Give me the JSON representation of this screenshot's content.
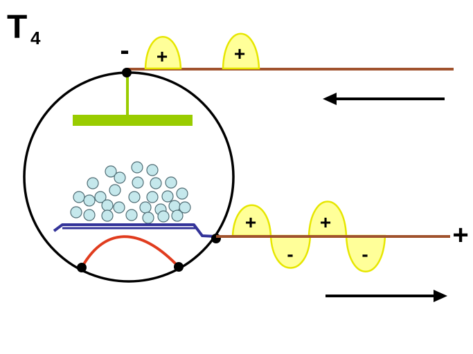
{
  "title": {
    "main": "T",
    "subscript": "4"
  },
  "terminals": {
    "top_sign": "-",
    "bottom_sign": "+"
  },
  "top_wave": {
    "labels": [
      "+",
      "+"
    ]
  },
  "bottom_wave": {
    "labels": [
      "+",
      "-",
      "+",
      "-"
    ]
  },
  "arrows": {
    "top": "left",
    "bottom": "right"
  },
  "colors": {
    "wire": "#a0522d",
    "lobe_fill": "#ffff99",
    "lobe_stroke": "#e6e600",
    "grid_plate": "#99cc00",
    "cathode": "#333399",
    "filament": "#e03c1e",
    "particle_fill": "#c5e8ec",
    "particle_stroke": "#4d6b73"
  }
}
